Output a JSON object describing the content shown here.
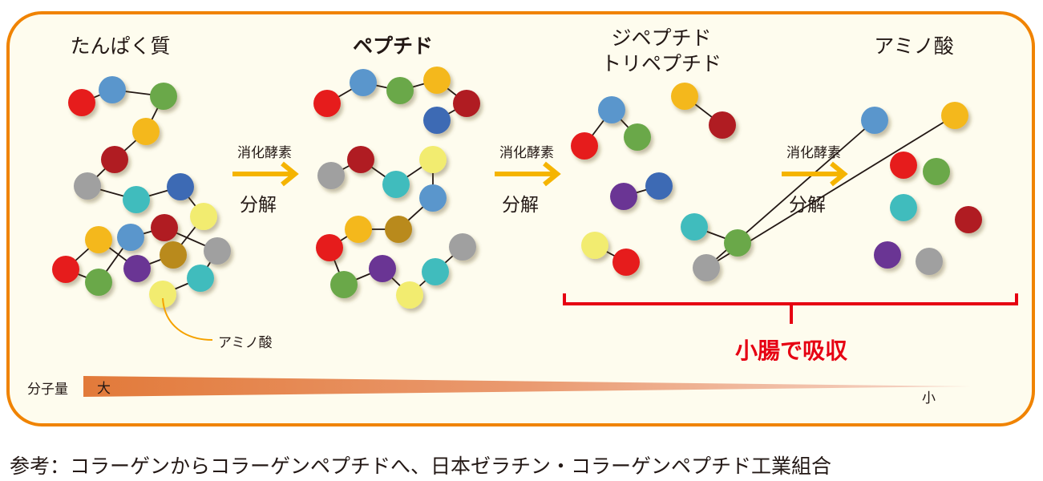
{
  "stages": {
    "protein": "たんぱく質",
    "peptide": "ペプチド",
    "di_tri_line1": "ジペプチド",
    "di_tri_line2": "トリペプチド",
    "amino_acid": "アミノ酸"
  },
  "arrows": [
    {
      "top": "消化酵素",
      "bottom": "分解"
    },
    {
      "top": "消化酵素",
      "bottom": "分解"
    },
    {
      "top": "消化酵素",
      "bottom": "分解"
    }
  ],
  "callout": "アミノ酸",
  "absorption": "小腸で吸収",
  "molecular_weight": {
    "label": "分子量",
    "large": "大",
    "small": "小"
  },
  "footer": "参考：コラーゲンからコラーゲンペプチドへ、日本ゼラチン・コラーゲンペプチド工業組合",
  "colors": {
    "border": "#F08300",
    "background": "#FEFCEE",
    "arrow": "#F5B400",
    "absorb_red": "#E60012",
    "red": "#E61E1E",
    "blue": "#5A96CC",
    "green": "#6AA84A",
    "yellow": "#F4B81C",
    "darkred": "#B01A24",
    "gray": "#A0A0A0",
    "teal": "#40BCBD",
    "darkblue": "#3E6AB4",
    "lightyellow": "#F2EC70",
    "olive": "#B98A1A",
    "purple": "#6A3494"
  }
}
